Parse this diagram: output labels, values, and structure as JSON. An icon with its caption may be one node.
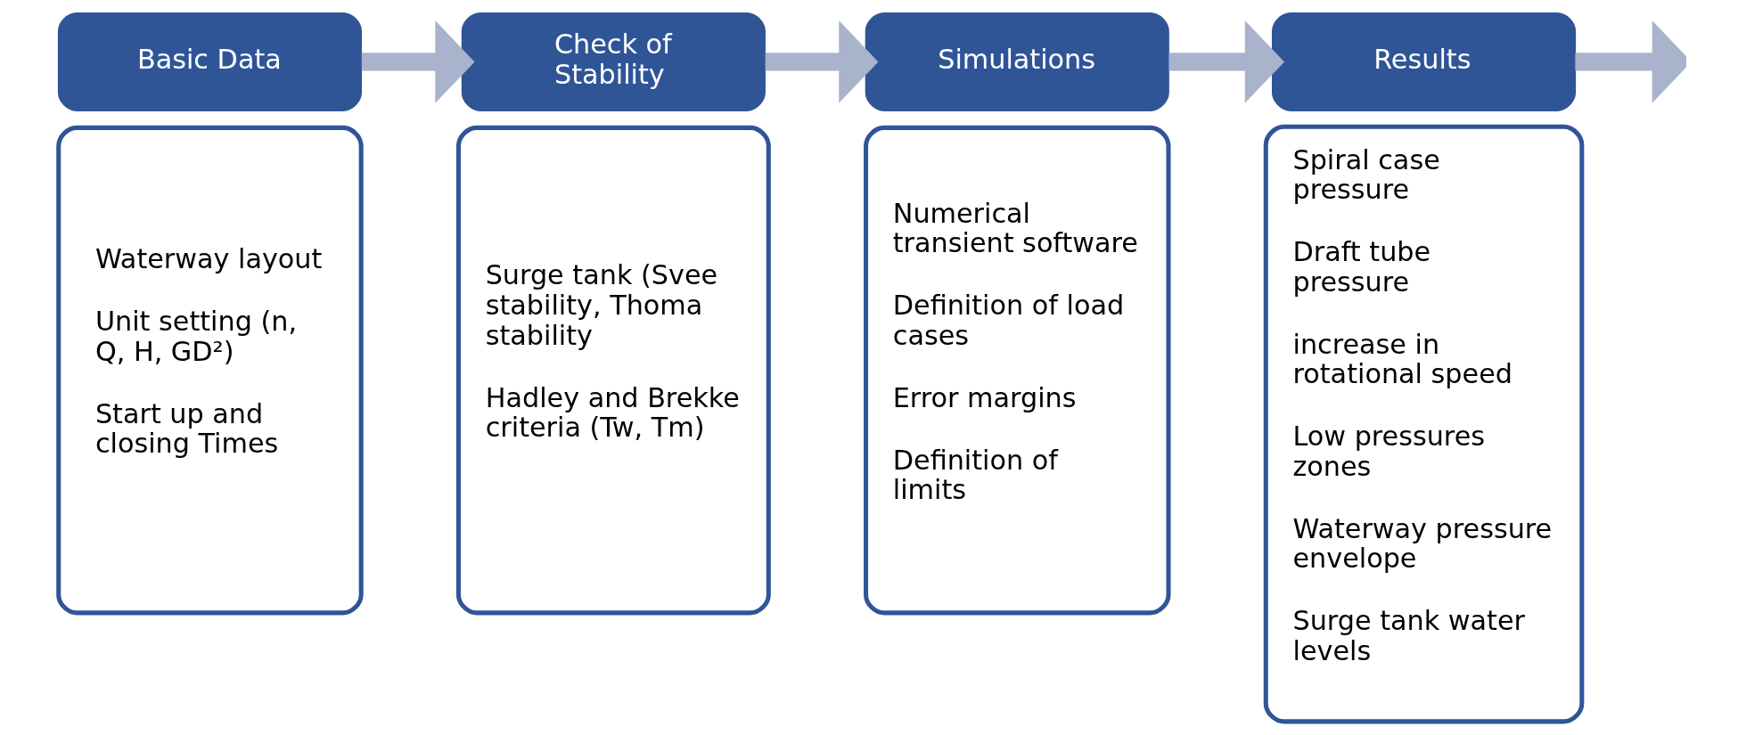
{
  "diagram": {
    "nodes": [
      {
        "text": [
          "Basic Data"
        ]
      },
      {
        "text": [
          "Waterway layout",
          "Unit setting (n, Q, H, GD²)",
          "Start up and closing Times"
        ]
      },
      {
        "text": [
          "Check of Stability"
        ]
      },
      {
        "text": [
          "Surge tank (Svee stability, Thoma stability",
          "Hadley and Brekke criteria (Tw, Tm)"
        ]
      },
      {
        "text": [
          "Simulations"
        ]
      },
      {
        "text": [
          "Numerical transient software",
          "Definition of load cases",
          "Error margins",
          "Definition of limits"
        ]
      },
      {
        "text": [
          "Results"
        ]
      },
      {
        "text": [
          "Spiral case pressure",
          "Draft tube pressure",
          "increase in rotational speed",
          "Low pressures zones",
          "Waterway pressure envelope",
          "Surge tank water levels"
        ]
      }
    ],
    "edges": [
      {
        "from": 0,
        "to": 2,
        "arrow": "to"
      },
      {
        "from": 2,
        "to": 4,
        "arrow": "to"
      },
      {
        "from": 4,
        "to": 6,
        "arrow": "to"
      },
      {
        "from": 6,
        "to": null,
        "arrow": "to"
      }
    ]
  }
}
